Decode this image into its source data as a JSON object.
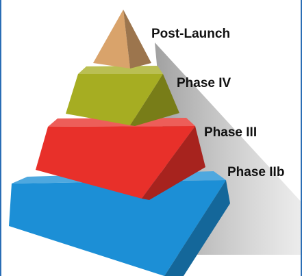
{
  "pyramid": {
    "levels": [
      {
        "label": "Post-Launch",
        "color": "#d9a36b"
      },
      {
        "label": "Phase IV",
        "color": "#a6ad22"
      },
      {
        "label": "Phase III",
        "color": "#e8302a"
      },
      {
        "label": "Phase IIb",
        "color": "#1c8fd6"
      }
    ],
    "frame_color": "#2a6db5"
  }
}
